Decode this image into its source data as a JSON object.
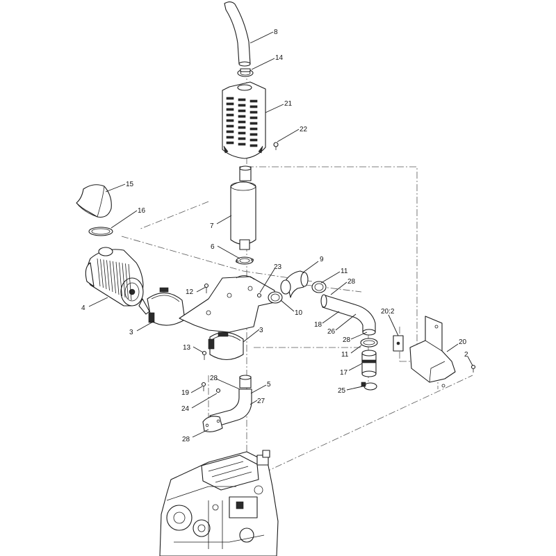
{
  "callouts": [
    {
      "id": "c8",
      "text": "8"
    },
    {
      "id": "c14",
      "text": "14"
    },
    {
      "id": "c21",
      "text": "21"
    },
    {
      "id": "c22",
      "text": "22"
    },
    {
      "id": "c15",
      "text": "15"
    },
    {
      "id": "c16",
      "text": "16"
    },
    {
      "id": "c7",
      "text": "7"
    },
    {
      "id": "c6",
      "text": "6"
    },
    {
      "id": "c23",
      "text": "23"
    },
    {
      "id": "c9",
      "text": "9"
    },
    {
      "id": "c11a",
      "text": "11"
    },
    {
      "id": "c28a",
      "text": "28"
    },
    {
      "id": "c4",
      "text": "4"
    },
    {
      "id": "c12",
      "text": "12"
    },
    {
      "id": "c10",
      "text": "10"
    },
    {
      "id": "c20-2",
      "text": "20:2"
    },
    {
      "id": "c18",
      "text": "18"
    },
    {
      "id": "c26",
      "text": "26"
    },
    {
      "id": "c3a",
      "text": "3"
    },
    {
      "id": "c3b",
      "text": "3"
    },
    {
      "id": "c28b",
      "text": "28"
    },
    {
      "id": "c20",
      "text": "20"
    },
    {
      "id": "c13",
      "text": "13"
    },
    {
      "id": "c11b",
      "text": "11"
    },
    {
      "id": "c2",
      "text": "2"
    },
    {
      "id": "c17",
      "text": "17"
    },
    {
      "id": "c28c",
      "text": "28"
    },
    {
      "id": "c5",
      "text": "5"
    },
    {
      "id": "c19",
      "text": "19"
    },
    {
      "id": "c25",
      "text": "25"
    },
    {
      "id": "c27",
      "text": "27"
    },
    {
      "id": "c24",
      "text": "24"
    },
    {
      "id": "c28d",
      "text": "28"
    }
  ]
}
